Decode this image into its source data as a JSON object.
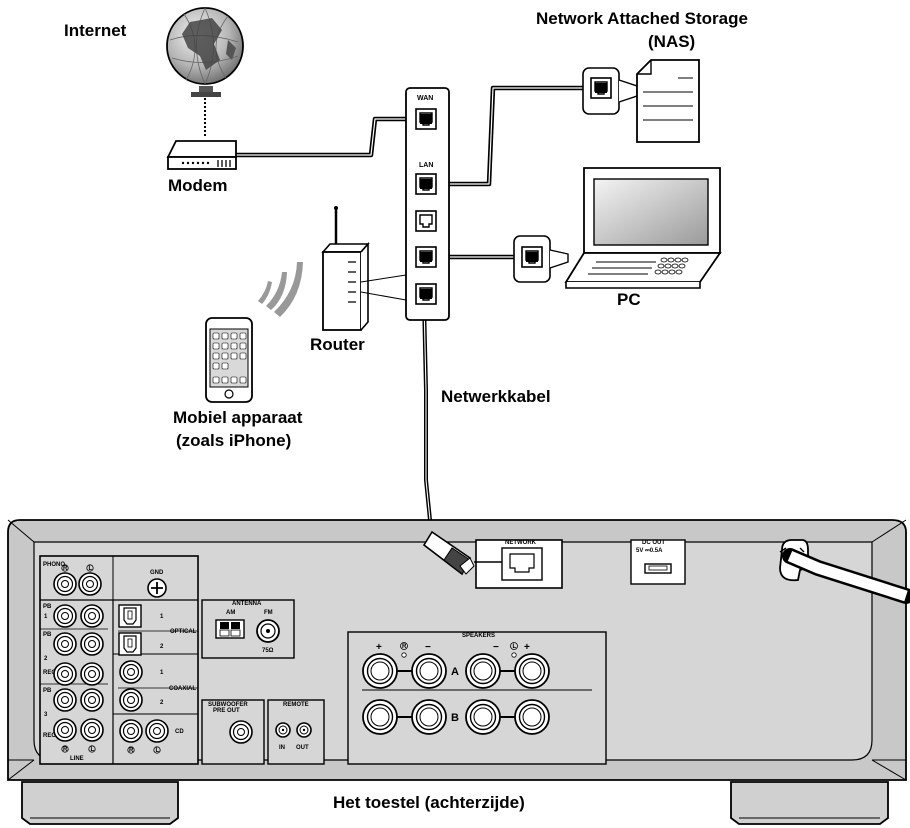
{
  "labels": {
    "internet": "Internet",
    "nas_line1": "Network Attached Storage",
    "nas_line2": "(NAS)",
    "modem": "Modem",
    "pc": "PC",
    "router": "Router",
    "mobile_line1": "Mobiel apparaat",
    "mobile_line2": "(zoals iPhone)",
    "network_cable": "Netwerkkabel",
    "unit_caption": "Het toestel (achterzijde)"
  },
  "router_ports": {
    "wan": "WAN",
    "lan": "LAN"
  },
  "panel": {
    "network": "NETWORK",
    "dc_out": "DC OUT",
    "dc_rating": "5V ⎓0.5A",
    "phono": "PHONO",
    "gnd": "GND",
    "pb1": "PB",
    "pb1_num": "1",
    "pb2": "PB",
    "pb2_num": "2",
    "rec2": "REC",
    "pb3": "PB",
    "pb3_num": "3",
    "rec3": "REC",
    "line": "LINE",
    "r_mark": "R",
    "l_mark": "L",
    "optical": "OPTICAL",
    "optical_1": "1",
    "optical_2": "2",
    "coaxial": "COAXIAL",
    "coaxial_1": "1",
    "coaxial_2": "2",
    "cd": "CD",
    "antenna": "ANTENNA",
    "am": "AM",
    "fm": "FM",
    "fm_ohm": "75Ω",
    "subwoofer_line1": "SUBWOOFER",
    "subwoofer_line2": "PRE OUT",
    "remote": "REMOTE",
    "remote_in": "IN",
    "remote_out": "OUT",
    "speakers": "SPEAKERS",
    "speaker_a": "A",
    "speaker_b": "B",
    "plus": "+",
    "minus": "−"
  }
}
